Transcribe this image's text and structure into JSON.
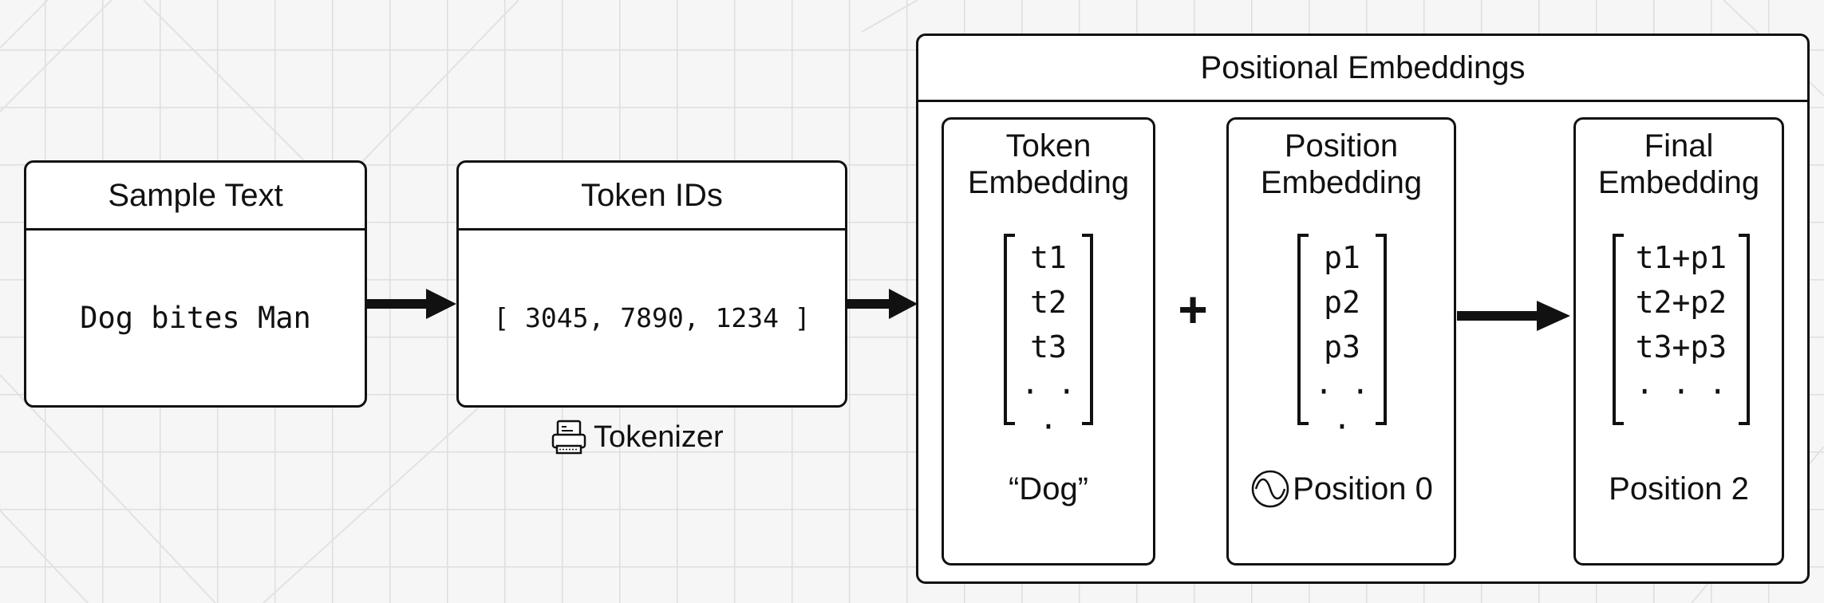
{
  "sample_text": {
    "header": "Sample Text",
    "content": "Dog bites Man"
  },
  "token_ids": {
    "header": "Token IDs",
    "content": "[ 3045, 7890, 1234 ]",
    "caption": "Tokenizer",
    "caption_icon": "tokenizer-icon"
  },
  "positional_embeddings": {
    "header": "Positional Embeddings",
    "token_embedding": {
      "title_line1": "Token",
      "title_line2": "Embedding",
      "rows": [
        "t1",
        "t2",
        "t3",
        "· · ·"
      ],
      "caption": "“Dog”"
    },
    "operator": "+",
    "position_embedding": {
      "title_line1": "Position",
      "title_line2": "Embedding",
      "rows": [
        "p1",
        "p2",
        "p3",
        "· · ·"
      ],
      "caption": "Position 0",
      "caption_icon": "sine-wave-icon"
    },
    "final_embedding": {
      "title_line1": "Final",
      "title_line2": "Embedding",
      "rows": [
        "t1+p1",
        "t2+p2",
        "t3+p3",
        "· · ·"
      ],
      "caption": "Position 2"
    }
  }
}
